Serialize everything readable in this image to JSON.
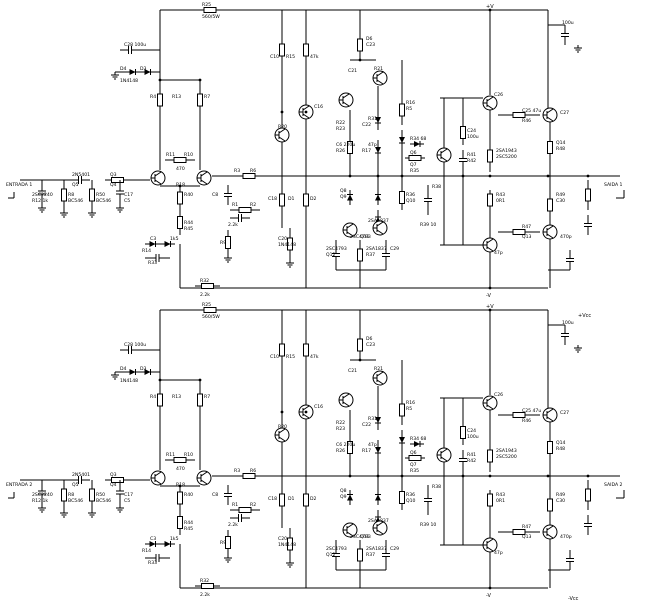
{
  "top": {
    "rails": {
      "pos": "+V",
      "neg": "-V"
    },
    "io": {
      "input": "ENTRADA 1",
      "output": "SAIDA 1"
    },
    "labels": [
      "R25",
      "560/5W",
      "C28 100u",
      "D4",
      "D3",
      "1N4148",
      "R4",
      "R7",
      "R13",
      "R11",
      "R10",
      "470",
      "R18",
      "R40",
      "R44",
      "R45",
      "2N5401",
      "Q5",
      "Q3",
      "Q4",
      "2SC2240",
      "R12 1k",
      "R8",
      "BC546",
      "R50",
      "BC546",
      "C17",
      "C5",
      "R3",
      "R6",
      "C8",
      "R1",
      "R2",
      "2.2k",
      "R9",
      "C3",
      "1k5",
      "R14",
      "R33",
      "R32",
      "2.2k",
      "C10",
      "R15",
      "47k",
      "C16",
      "R20",
      "R19",
      "C18",
      "D1",
      "D2",
      "C20",
      "1N4148",
      "D6",
      "C23",
      "C21",
      "R21",
      "R22",
      "R23",
      "C6 220u",
      "R26",
      "R31",
      "C22",
      "47p",
      "R17",
      "R16",
      "R5",
      "R34 68",
      "Q6",
      "Q7",
      "R35",
      "R36",
      "Q10",
      "Q8",
      "Q9",
      "2SA1837",
      "2SC4793",
      "Q11",
      "2SC4793",
      "Q12",
      "2SA1837",
      "R37",
      "C29",
      "R38",
      "R39 10",
      "C24",
      "100u",
      "R41",
      "R42",
      "C26",
      "47p",
      "2SA1943",
      "2SC5200",
      "R43",
      "0R1",
      "C27",
      "470p",
      "C25 47u",
      "R46",
      "R47",
      "Q13",
      "Q14",
      "R48",
      "R49",
      "C30",
      "100u"
    ]
  },
  "bottom": {
    "rails": {
      "pos": "+V",
      "neg": "-V",
      "vcc": "+Vcc",
      "vee": "-Vcc"
    },
    "io": {
      "input": "ENTRADA 2",
      "output": "SAIDA 2"
    },
    "labels": [
      "R25",
      "560/5W",
      "C28 100u",
      "D4",
      "D3",
      "1N4148",
      "R4",
      "R7",
      "R13",
      "R11",
      "R10",
      "470",
      "R18",
      "R40",
      "R44",
      "R45",
      "2N5401",
      "Q5",
      "Q3",
      "Q4",
      "2SC2240",
      "R12 1k",
      "R8",
      "BC546",
      "R50",
      "BC546",
      "C17",
      "C5",
      "R3",
      "R6",
      "C8",
      "R1",
      "R2",
      "2.2k",
      "R9",
      "C3",
      "1k5",
      "R14",
      "R33",
      "R32",
      "2.2k",
      "C10",
      "R15",
      "47k",
      "C16",
      "R20",
      "R19",
      "C18",
      "D1",
      "D2",
      "C20",
      "1N4148",
      "D6",
      "C23",
      "C21",
      "R21",
      "R22",
      "R23",
      "C6 220u",
      "R26",
      "R31",
      "C22",
      "47p",
      "R17",
      "R16",
      "R5",
      "R34 68",
      "Q6",
      "Q7",
      "R35",
      "R36",
      "Q10",
      "Q8",
      "Q9",
      "2SA1837",
      "2SC4793",
      "Q11",
      "2SC4793",
      "Q12",
      "2SA1837",
      "R37",
      "C29",
      "R38",
      "R39 10",
      "C24",
      "100u",
      "R41",
      "R42",
      "C26",
      "47p",
      "2SA1943",
      "2SC5200",
      "R43",
      "0R1",
      "C27",
      "470p",
      "C25 47u",
      "R46",
      "R47",
      "Q13",
      "Q14",
      "R48",
      "R49",
      "C30",
      "100u"
    ]
  }
}
